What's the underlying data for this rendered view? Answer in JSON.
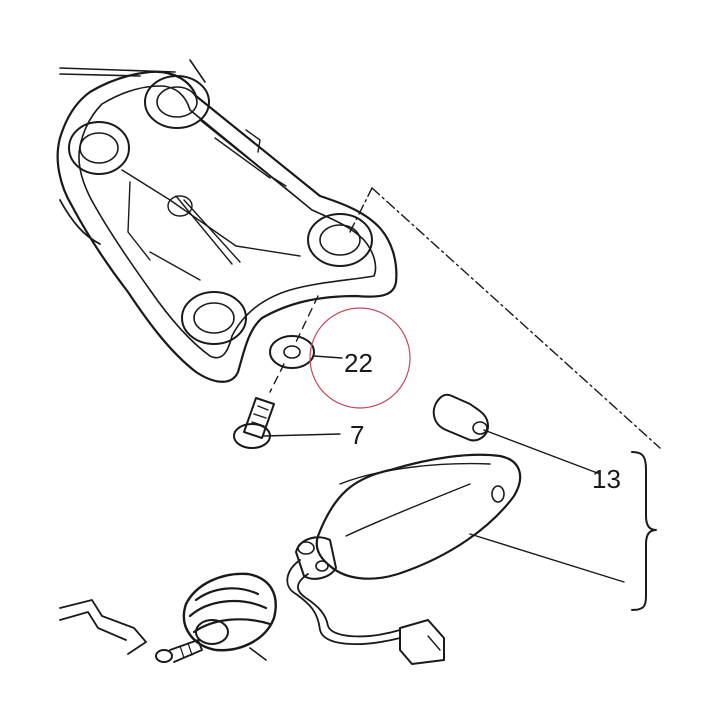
{
  "callouts": [
    {
      "id": "washer",
      "label": "22"
    },
    {
      "id": "screw",
      "label": "7"
    },
    {
      "id": "bulb-lens-group",
      "label": "13"
    }
  ],
  "highlight_color": "#c8485a"
}
